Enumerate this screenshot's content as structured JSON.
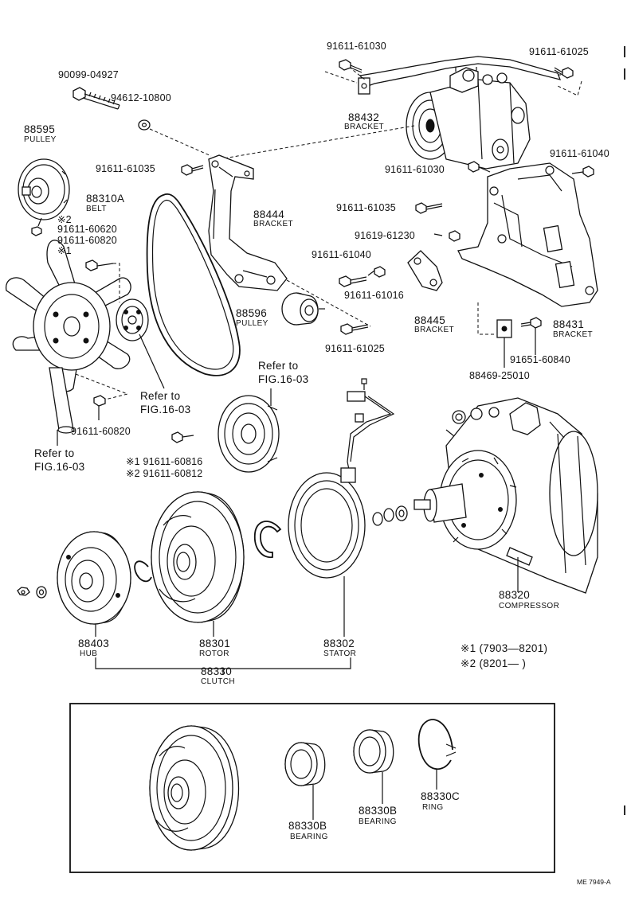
{
  "labels": {
    "p90099": "90099-04927",
    "p94612": "94612-10800",
    "p91611_61030_top": "91611-61030",
    "p91611_61025_top": "91611-61025",
    "p88432": "88432",
    "p88432_name": "BRACKET",
    "p88595": "88595",
    "p88595_name": "PULLEY",
    "p91611_61035_a": "91611-61035",
    "p91611_61030_mid": "91611-61030",
    "p91611_61040_right": "91611-61040",
    "p88310A": "88310A",
    "p88310A_name": "BELT",
    "p88444": "88444",
    "p88444_name": "BRACKET",
    "p91611_61035_b": "91611-61035",
    "mark2_a": "※2",
    "p91611_60620": "91611-60620",
    "p91611_60820_a": "91611-60820",
    "mark1_a": "※1",
    "p91619": "91619-61230",
    "p91611_61040_mid": "91611-61040",
    "p91611_61016": "91611-61016",
    "p88596": "88596",
    "p88596_name": "PULLEY",
    "p88445": "88445",
    "p88445_name": "BRACKET",
    "p88431": "88431",
    "p88431_name": "BRACKET",
    "p91611_61025_mid": "91611-61025",
    "p91651": "91651-60840",
    "p88469": "88469-25010",
    "refer_a_1": "Refer to",
    "refer_a_2": "FIG.16-03",
    "refer_b_1": "Refer to",
    "refer_b_2": "FIG.16-03",
    "refer_c_1": "Refer to",
    "refer_c_2": "FIG.16-03",
    "p91611_60820_b": "91611-60820",
    "note1": "※1 91611-60816",
    "note2": "※2 91611-60812",
    "p88320": "88320",
    "p88320_name": "COMPRESSOR",
    "p88403": "88403",
    "p88403_name": "HUB",
    "p88301": "88301",
    "p88301_name": "ROTOR",
    "p88302": "88302",
    "p88302_name": "STATOR",
    "p88330": "88330",
    "p88330_name": "CLUTCH",
    "legend1": "※1 (7903—8201)",
    "legend2": "※2 (8201—        )",
    "p88330B_a": "88330B",
    "p88330B_a_name": "BEARING",
    "p88330B_b": "88330B",
    "p88330B_b_name": "BEARING",
    "p88330C": "88330C",
    "p88330C_name": "RING",
    "footer": "ME  7949-A"
  }
}
